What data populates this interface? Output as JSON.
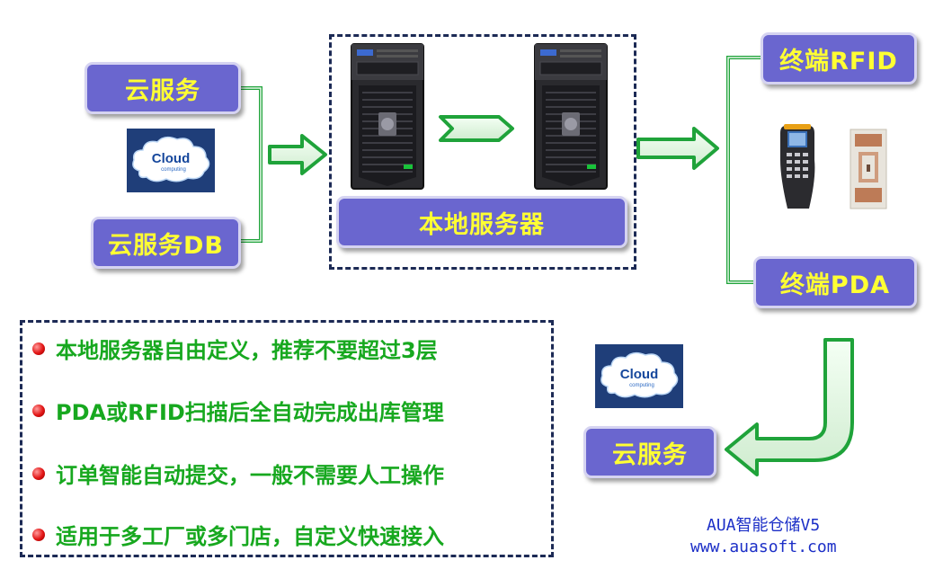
{
  "diagram": {
    "left_nodes": {
      "cloud_service": "云服务",
      "cloud_db": "云服务DB"
    },
    "center": {
      "label": "本地服务器"
    },
    "right_nodes": {
      "terminal_rfid": "终端RFID",
      "terminal_pda": "终端PDA"
    },
    "bottom_right": {
      "cloud_service": "云服务"
    },
    "cloud_logo": {
      "title": "Cloud",
      "subtitle": "computing"
    },
    "features": [
      "本地服务器自由定义，推荐不要超过3层",
      "PDA或RFID扫描后全自动完成出库管理",
      "订单智能自动提交，一般不需要人工操作",
      "适用于多工厂或多门店，自定义快速接入"
    ],
    "brand": {
      "product": "AUA智能仓储V5",
      "website": "www.auasoft.com"
    }
  },
  "colors": {
    "box_fill": "#6a66cf",
    "box_text": "#ffff33",
    "connector": "#1fa33a",
    "feature_text": "#17a81f",
    "brand_text": "#1c2fc7",
    "dashed_border": "#1c2a55"
  }
}
